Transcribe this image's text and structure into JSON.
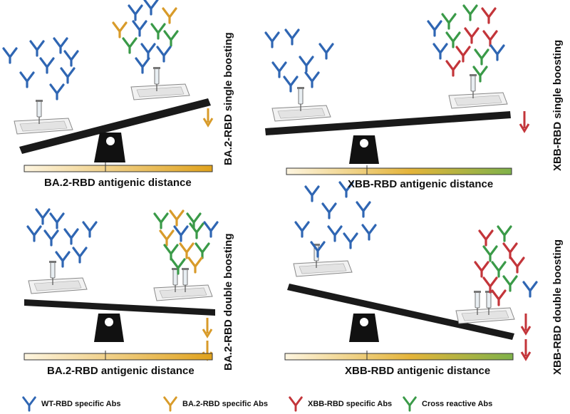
{
  "panels": [
    {
      "id": "ba2-single",
      "vertical_label": "BA.2-RBD single boosting",
      "distance_label": "BA.2-RBD antigenic distance",
      "gradient_end": "#e0a21c"
    },
    {
      "id": "xbb-single",
      "vertical_label": "XBB-RBD single boosting",
      "distance_label": "XBB-RBD antigenic distance",
      "gradient_end": "#7fb24a"
    },
    {
      "id": "ba2-double",
      "vertical_label": "BA.2-RBD double boosting",
      "distance_label": "BA.2-RBD antigenic distance",
      "gradient_end": "#e0a21c"
    },
    {
      "id": "xbb-double",
      "vertical_label": "XBB-RBD double boosting",
      "distance_label": "XBB-RBD antigenic distance",
      "gradient_end": "#7fb24a"
    }
  ],
  "legend": [
    {
      "label": "WT-RBD specific Abs",
      "color": "#2f66b3"
    },
    {
      "label": "BA.2-RBD specific Abs",
      "color": "#d89b2a"
    },
    {
      "label": "XBB-RBD specific Abs",
      "color": "#c3353a"
    },
    {
      "label": "Cross reactive Abs",
      "color": "#3a9a48"
    }
  ],
  "colors": {
    "wt": "#2f66b3",
    "ba2": "#d89b2a",
    "xbb": "#c3353a",
    "cross": "#3a9a48",
    "arrow_ba2": "#d89b2a",
    "arrow_xbb": "#c3353a",
    "beam": "#1a1a1a"
  }
}
